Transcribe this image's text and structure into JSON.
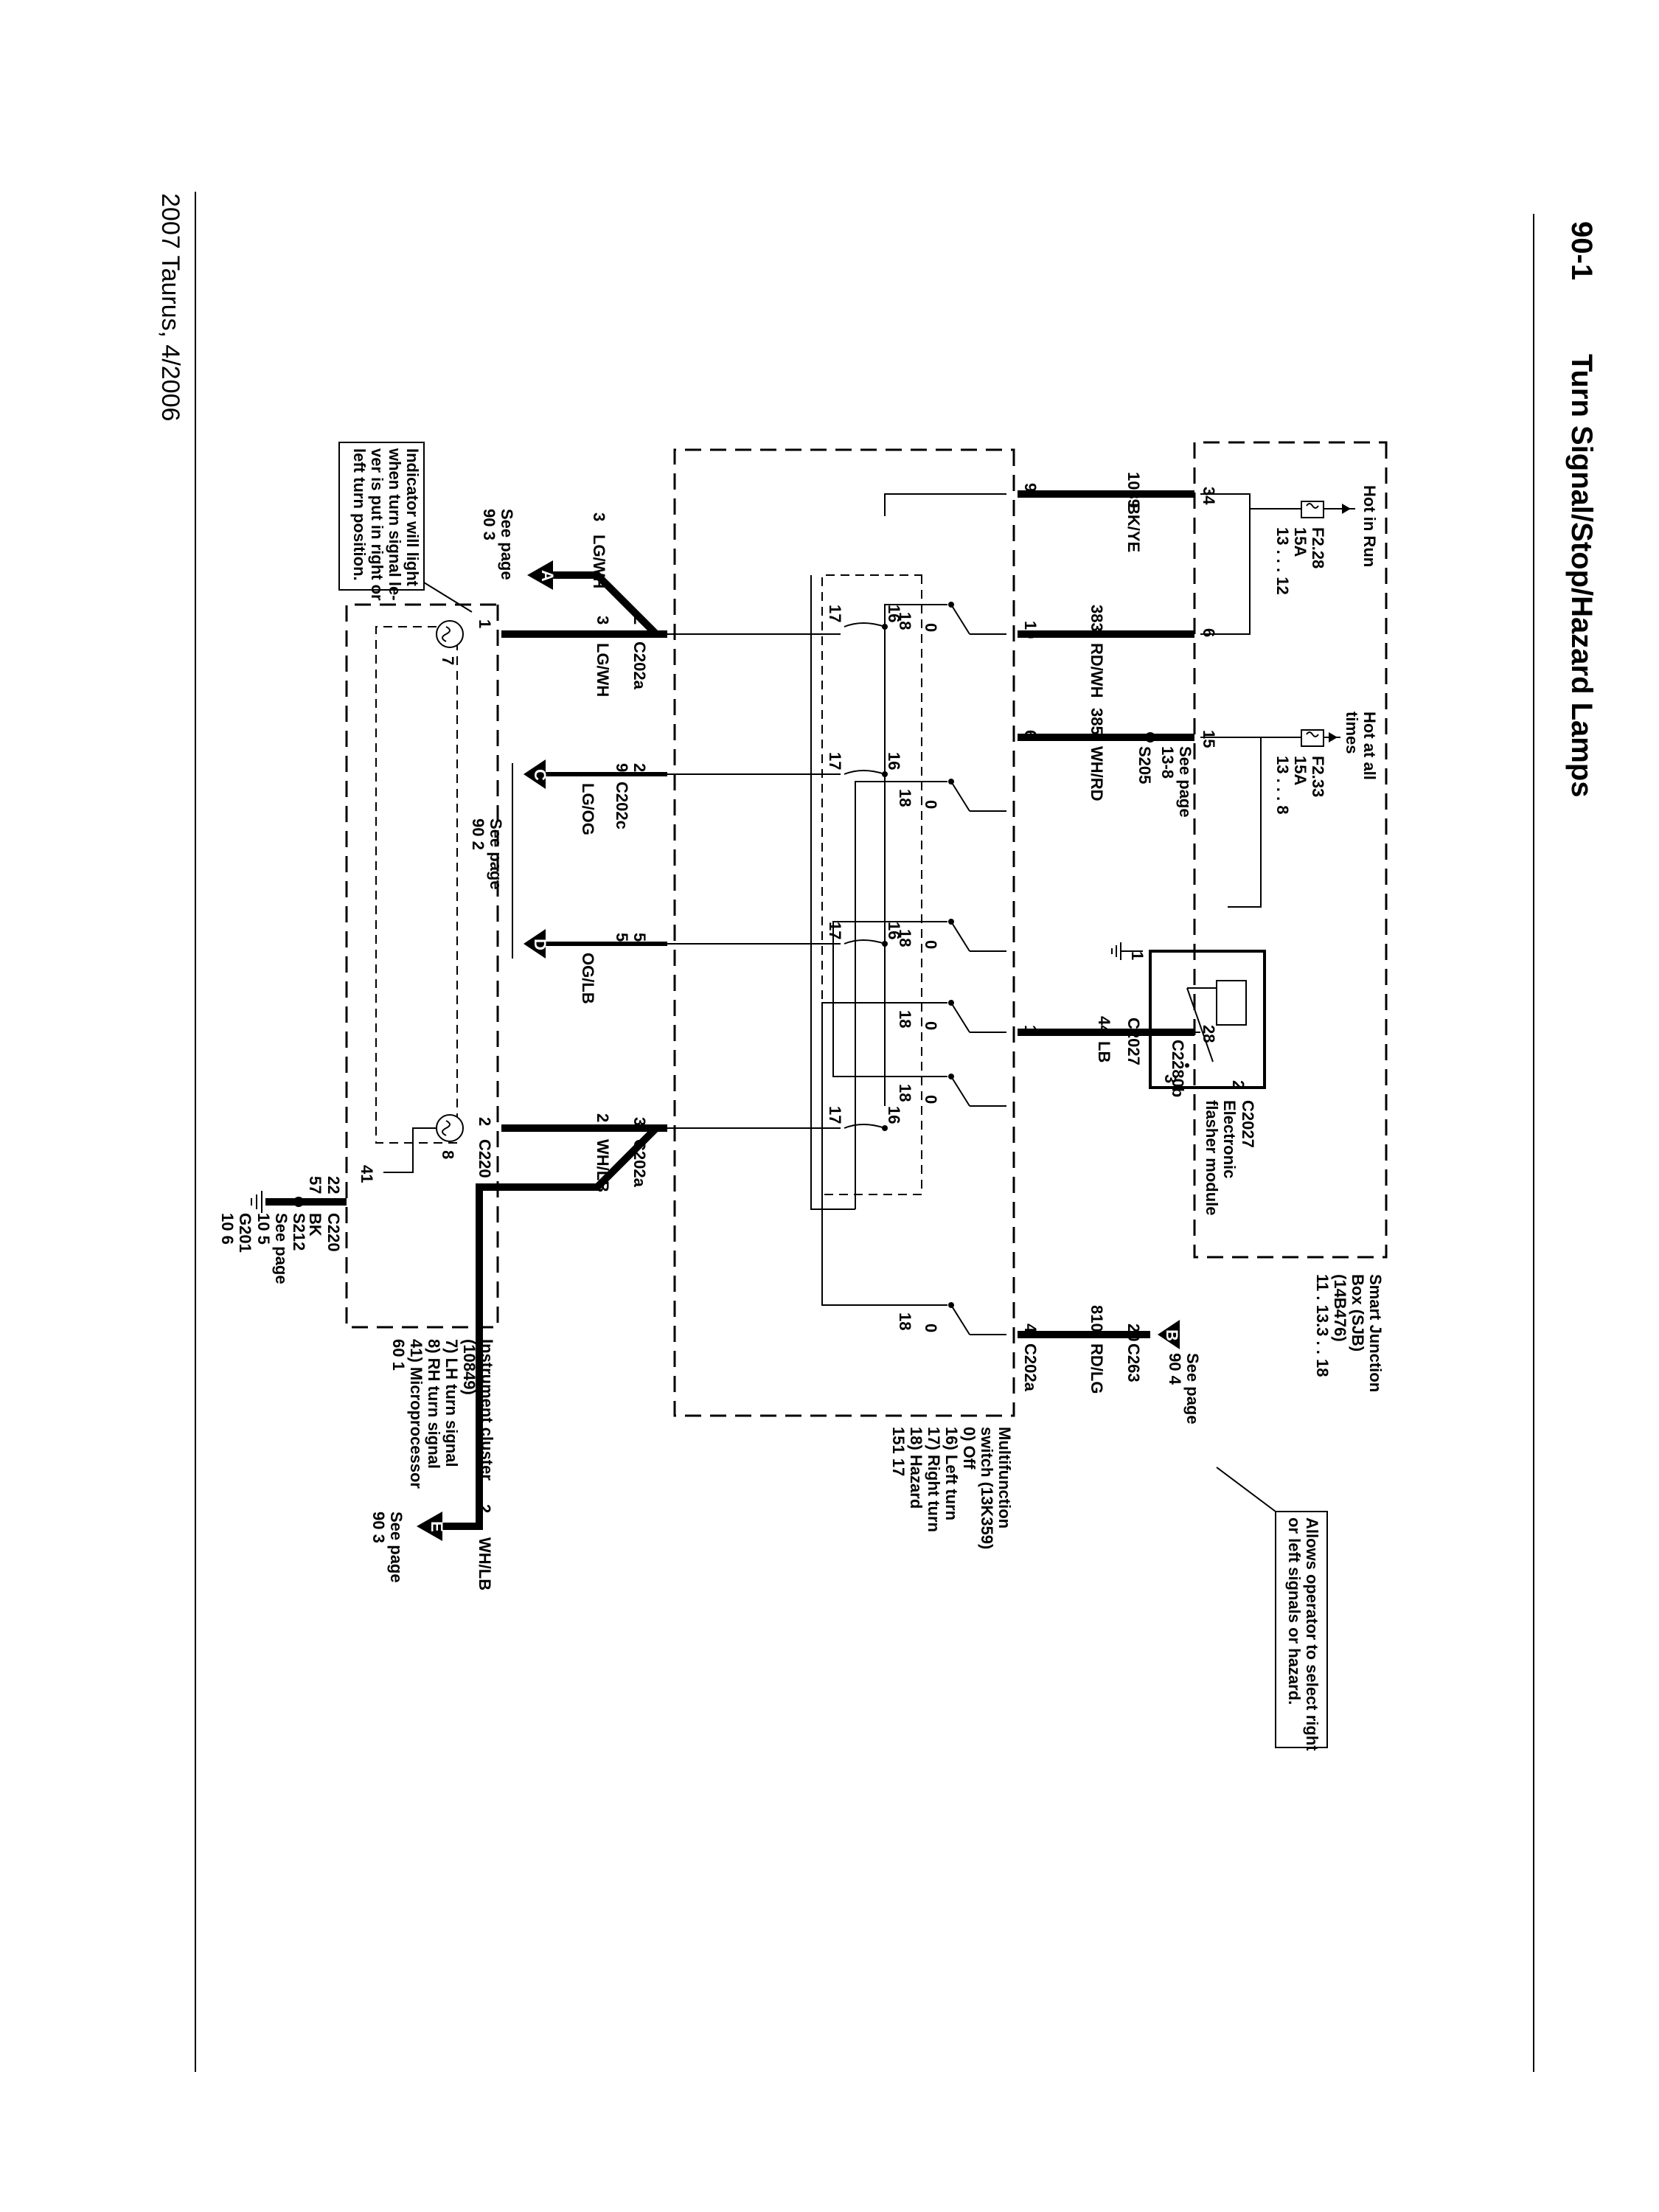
{
  "header": {
    "page_number": "90-1",
    "title": "Turn Signal/Stop/Hazard Lamps"
  },
  "footer": {
    "model": "2007 Taurus, 4/2006"
  },
  "sjb": {
    "title": "Smart Junction",
    "sub": "Box (SJB)",
    "part": "(14B476)",
    "refs": "11 . 13.3 . . 18"
  },
  "fuses": [
    {
      "label": "Hot in Run",
      "id": "F2.28",
      "amp": "15A",
      "ref": "13 . . . 12"
    },
    {
      "label": "Hot at all",
      "label2": "times",
      "id": "F2.33",
      "amp": "15A",
      "ref": "13 . . . 8"
    }
  ],
  "flasher": {
    "connector": "C2027",
    "name": "Electronic",
    "name2": "flasher module",
    "pins": [
      "1",
      "2",
      "3"
    ]
  },
  "connectors": {
    "c2280b": "C2280b",
    "c263": "C263",
    "c202a": "C202a",
    "c202c": "C202c",
    "c220": "C220",
    "s205": "S205",
    "s212": "S212",
    "g201": "G201"
  },
  "sjb_pins": [
    "34",
    "6",
    "15",
    "28",
    "20"
  ],
  "wires": [
    {
      "circuit": "1039",
      "pin": "9",
      "color": "BK/YE"
    },
    {
      "circuit": "383",
      "pin": "10",
      "color": "RD/WH"
    },
    {
      "circuit": "385",
      "pin": "6",
      "color": "WH/RD"
    },
    {
      "circuit": "44",
      "pin": "1",
      "color": "LB"
    },
    {
      "circuit": "810",
      "pin": "4",
      "color": "RD/LG"
    }
  ],
  "s205_ref": {
    "label": "See page",
    "page": "13-8"
  },
  "multifunction": {
    "title": "Multifunction",
    "sub": "switch (13K359)",
    "items": [
      "0)  Off",
      "16) Left turn",
      "17) Right turn",
      "18) Hazard"
    ],
    "ref": "151   17",
    "pos": [
      "0",
      "18",
      "16",
      "17"
    ]
  },
  "cluster": {
    "title": "Instrument cluster",
    "sub": "(10849)",
    "items": [
      "7)  LH turn signal",
      "8)  RH turn signal",
      "41) Microprocessor"
    ],
    "ref": "60   1",
    "pins": [
      "7",
      "8",
      "41",
      "1",
      "2",
      "22",
      "57"
    ]
  },
  "lower": {
    "pin_a": "3",
    "pin_b": "2",
    "pin_c": "9",
    "pin_d": "5",
    "pin_e": "3",
    "pin_f": "2",
    "lg_wh": "LG/WH",
    "lg_og": "LG/OG",
    "og_lb": "OG/LB",
    "wh_lb": "WH/LB",
    "bk": "BK"
  },
  "see_pages": {
    "a": {
      "letter": "A",
      "pin": "3",
      "color": "LG/WH",
      "label": "See page",
      "ref": "90    3"
    },
    "b": {
      "letter": "B",
      "label": "See page",
      "ref": "90    4"
    },
    "cd": {
      "letter_c": "C",
      "letter_d": "D",
      "label": "See page",
      "ref": "90    2"
    },
    "e": {
      "letter": "E",
      "pin": "2",
      "color": "WH/LB",
      "label": "See page",
      "ref": "90    3"
    },
    "s212": {
      "label": "See page",
      "ref": "10    5"
    },
    "g201": {
      "ref": "10    6"
    }
  },
  "notes": {
    "indicator": [
      "Indicator will light",
      "when turn signal le-",
      "ver is put in right or",
      "left turn position."
    ],
    "operator": [
      "Allows operator to select right",
      "or left signals or hazard."
    ]
  }
}
